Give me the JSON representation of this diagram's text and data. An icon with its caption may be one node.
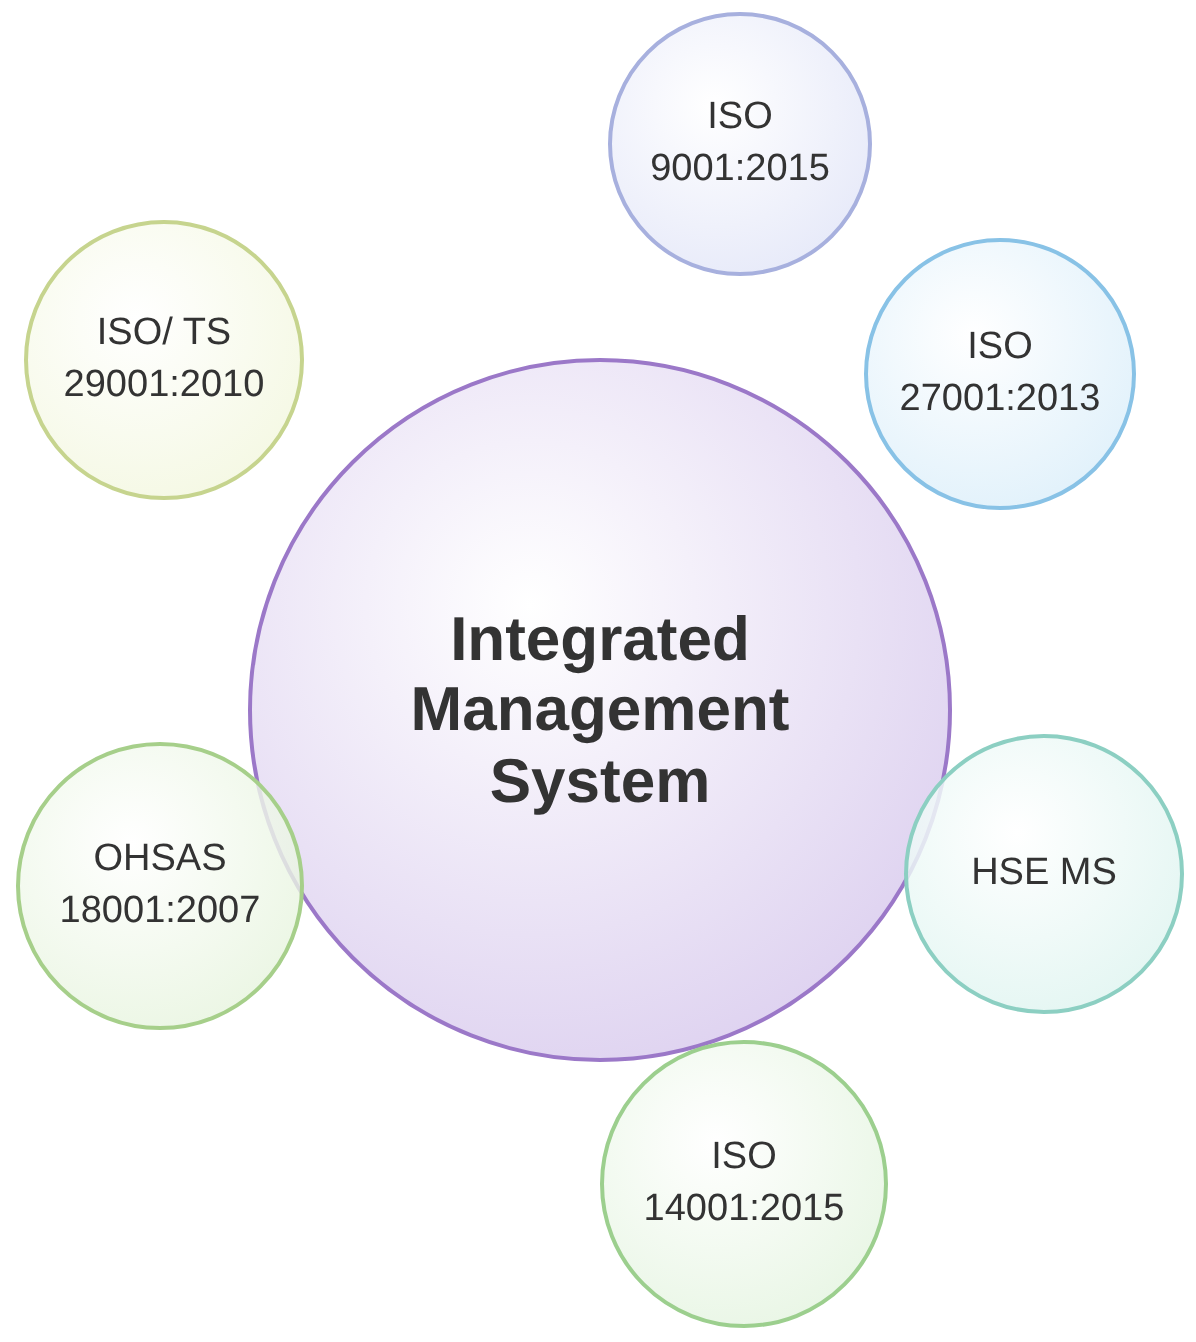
{
  "diagram": {
    "nodes": [
      {
        "text": [
          "Integrated Management System"
        ]
      },
      {
        "text": [
          "ISO 9001:2015"
        ]
      },
      {
        "text": [
          "ISO 27001:2013"
        ]
      },
      {
        "text": [
          "HSE MS"
        ]
      },
      {
        "text": [
          "ISO 14001:2015"
        ]
      },
      {
        "text": [
          "OHSAS 18001:2007"
        ]
      },
      {
        "text": [
          "ISO/ TS 29001:2010"
        ]
      }
    ]
  }
}
